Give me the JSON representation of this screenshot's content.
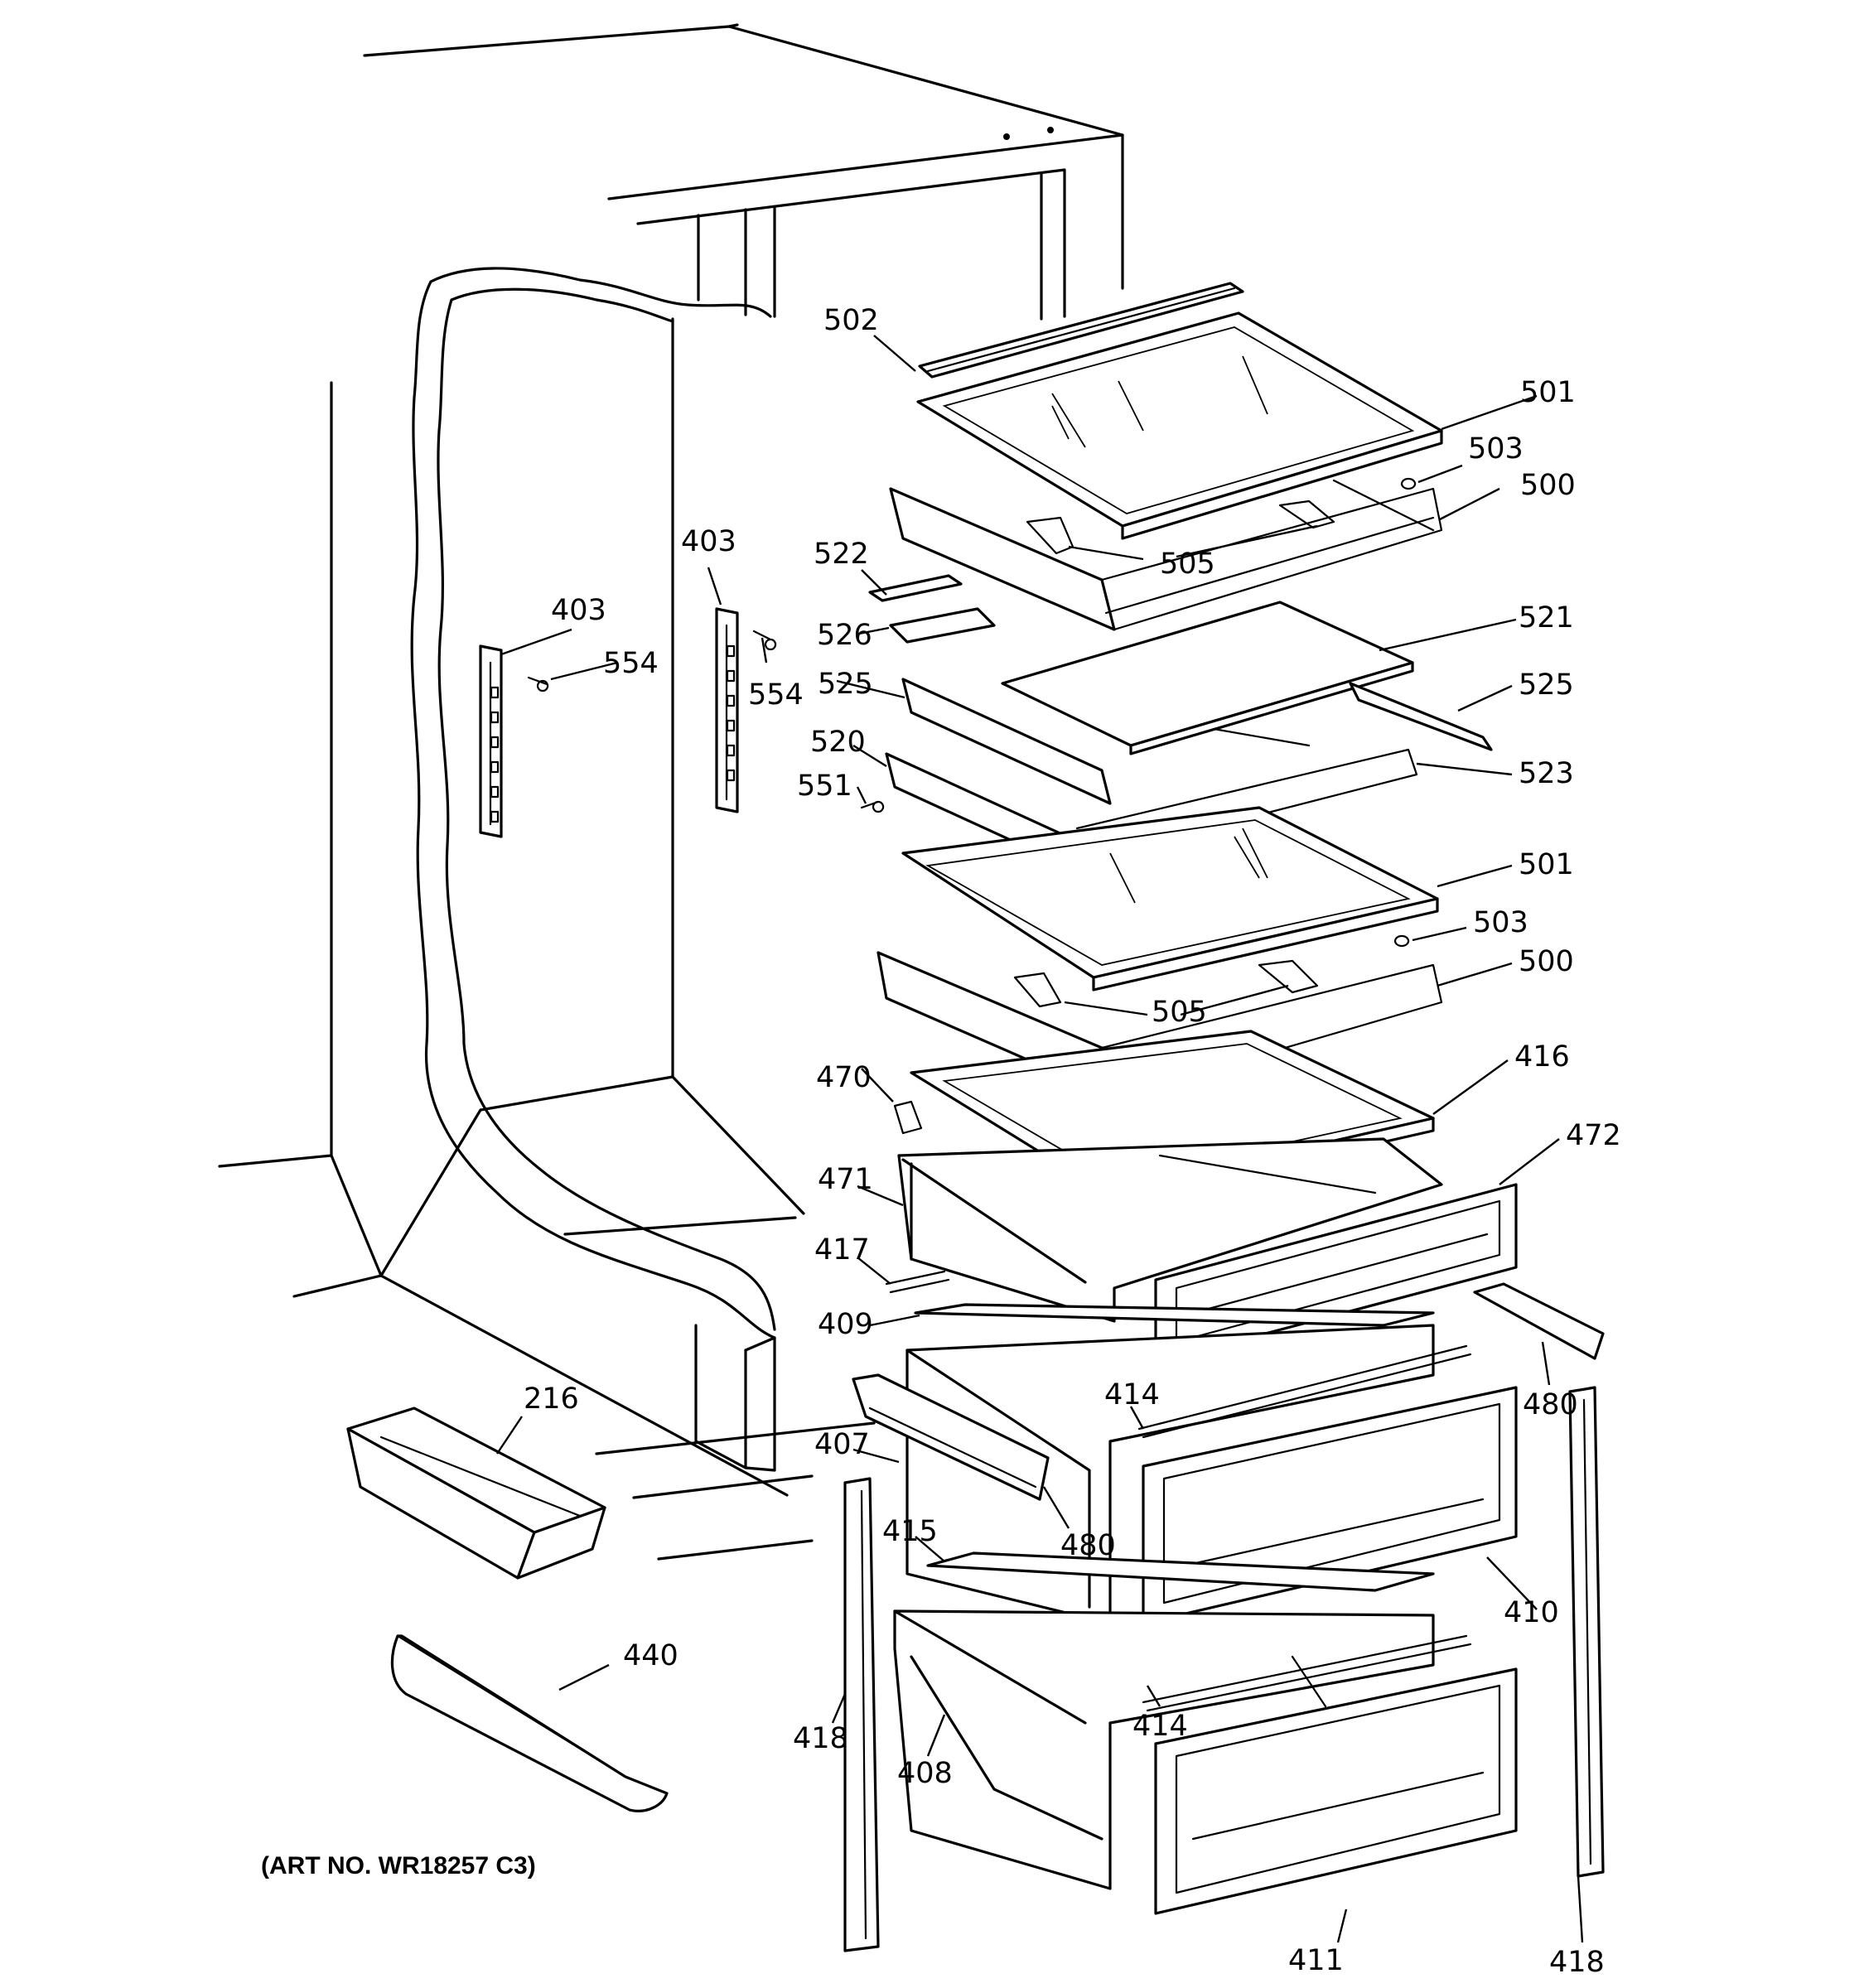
{
  "diagram": {
    "art_number": "(ART NO. WR18257 C3)",
    "callouts": [
      {
        "id": "c502a",
        "label": "502"
      },
      {
        "id": "c501a",
        "label": "501"
      },
      {
        "id": "c503a",
        "label": "503"
      },
      {
        "id": "c500a",
        "label": "500"
      },
      {
        "id": "c505a",
        "label": "505"
      },
      {
        "id": "c522",
        "label": "522"
      },
      {
        "id": "c526",
        "label": "526"
      },
      {
        "id": "c521",
        "label": "521"
      },
      {
        "id": "c525a",
        "label": "525"
      },
      {
        "id": "c525b",
        "label": "525"
      },
      {
        "id": "c520",
        "label": "520"
      },
      {
        "id": "c523",
        "label": "523"
      },
      {
        "id": "c551",
        "label": "551"
      },
      {
        "id": "c501b",
        "label": "501"
      },
      {
        "id": "c503b",
        "label": "503"
      },
      {
        "id": "c500b",
        "label": "500"
      },
      {
        "id": "c505b",
        "label": "505"
      },
      {
        "id": "c470",
        "label": "470"
      },
      {
        "id": "c416",
        "label": "416"
      },
      {
        "id": "c472",
        "label": "472"
      },
      {
        "id": "c471",
        "label": "471"
      },
      {
        "id": "c417",
        "label": "417"
      },
      {
        "id": "c409",
        "label": "409"
      },
      {
        "id": "c414a",
        "label": "414"
      },
      {
        "id": "c480a",
        "label": "480"
      },
      {
        "id": "c407",
        "label": "407"
      },
      {
        "id": "c480b",
        "label": "480"
      },
      {
        "id": "c415",
        "label": "415"
      },
      {
        "id": "c410",
        "label": "410"
      },
      {
        "id": "c414b",
        "label": "414"
      },
      {
        "id": "c418a",
        "label": "418"
      },
      {
        "id": "c408",
        "label": "408"
      },
      {
        "id": "c411",
        "label": "411"
      },
      {
        "id": "c418b",
        "label": "418"
      },
      {
        "id": "c403a",
        "label": "403"
      },
      {
        "id": "c554a",
        "label": "554"
      },
      {
        "id": "c403b",
        "label": "403"
      },
      {
        "id": "c554b",
        "label": "554"
      },
      {
        "id": "c216",
        "label": "216"
      },
      {
        "id": "c440",
        "label": "440"
      }
    ]
  }
}
